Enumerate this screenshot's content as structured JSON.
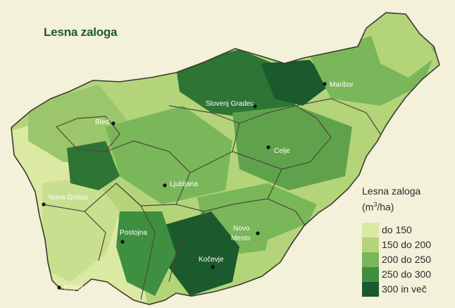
{
  "title": "Lesna zaloga",
  "legend": {
    "title": "Lesna zaloga",
    "unit_prefix": "(m",
    "unit_sup": "3",
    "unit_suffix": "/ha)",
    "classes": [
      {
        "label": "do 150",
        "color": "#dbe9a3"
      },
      {
        "label": "150 do 200",
        "color": "#b4d47a"
      },
      {
        "label": "200 do 250",
        "color": "#7ab65a"
      },
      {
        "label": "250 do 300",
        "color": "#3e8f3f"
      },
      {
        "label": "300 in več",
        "color": "#1b5a2c"
      }
    ]
  },
  "cities": [
    {
      "name": "Maribor"
    },
    {
      "name": "Slovenj Gradec"
    },
    {
      "name": "Bled"
    },
    {
      "name": "Celje"
    },
    {
      "name": "Ljubljana"
    },
    {
      "name": "Nova Gorica"
    },
    {
      "name": "Postojna"
    },
    {
      "name": "Novo Mesto"
    },
    {
      "name": "Kočevje"
    },
    {
      "name": "Koper"
    }
  ]
}
